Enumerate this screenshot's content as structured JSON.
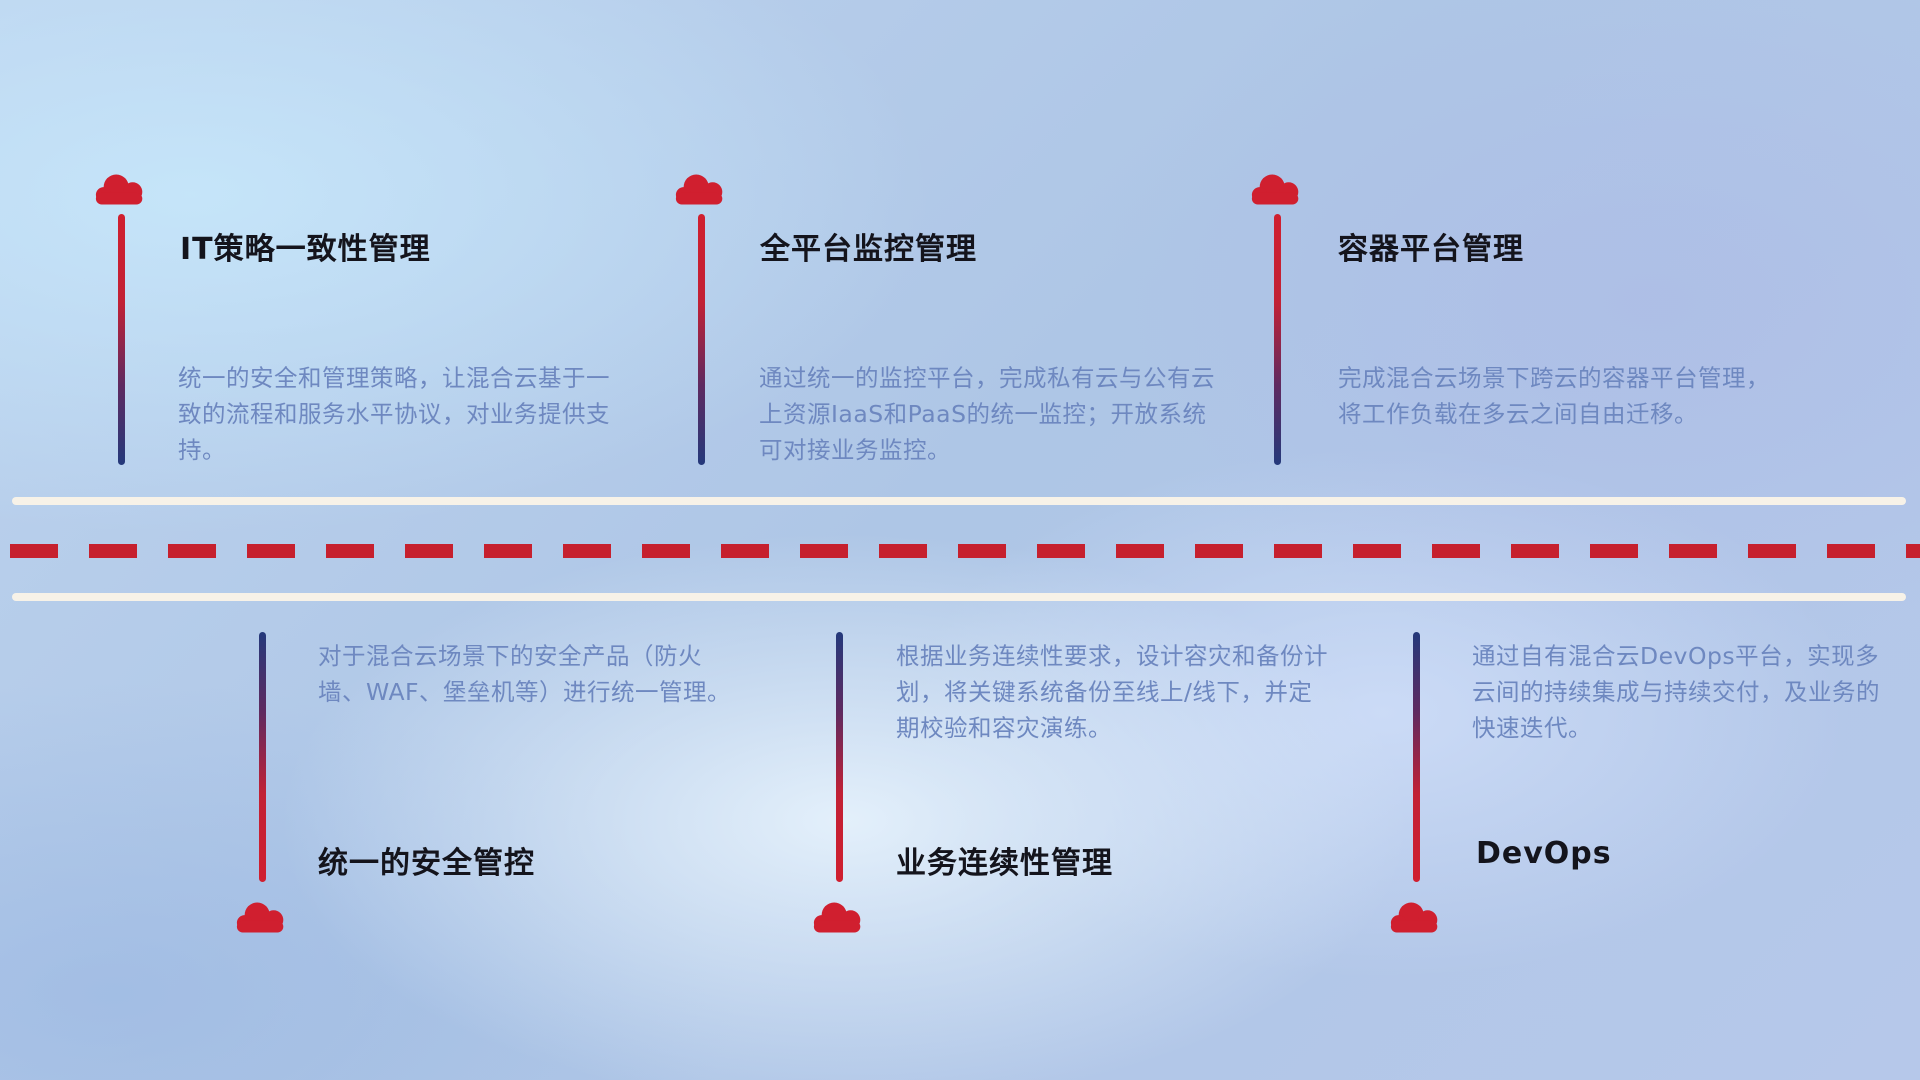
{
  "colors": {
    "cloud_red": "#d01f2f",
    "dash_red": "#c6202e",
    "navy": "#24397b",
    "title_text": "#14141c",
    "desc_text": "#6e88c0",
    "road_line": "#f7f2e8"
  },
  "top_items": [
    {
      "title": "IT策略一致性管理",
      "description": "统一的安全和管理策略，让混合云基于一致的流程和服务水平协议，对业务提供支持。"
    },
    {
      "title": "全平台监控管理",
      "description": "通过统一的监控平台，完成私有云与公有云上资源IaaS和PaaS的统一监控；开放系统可对接业务监控。"
    },
    {
      "title": "容器平台管理",
      "description": "完成混合云场景下跨云的容器平台管理，将工作负载在多云之间自由迁移。"
    }
  ],
  "bottom_items": [
    {
      "title": "统一的安全管控",
      "description": "对于混合云场景下的安全产品（防火墙、WAF、堡垒机等）进行统一管理。"
    },
    {
      "title": "业务连续性管理",
      "description": "根据业务连续性要求，设计容灾和备份计划，将关键系统备份至线上/线下，并定期校验和容灾演练。"
    },
    {
      "title": "DevOps",
      "description": "通过自有混合云DevOps平台，实现多云间的持续集成与持续交付，及业务的快速迭代。"
    }
  ]
}
